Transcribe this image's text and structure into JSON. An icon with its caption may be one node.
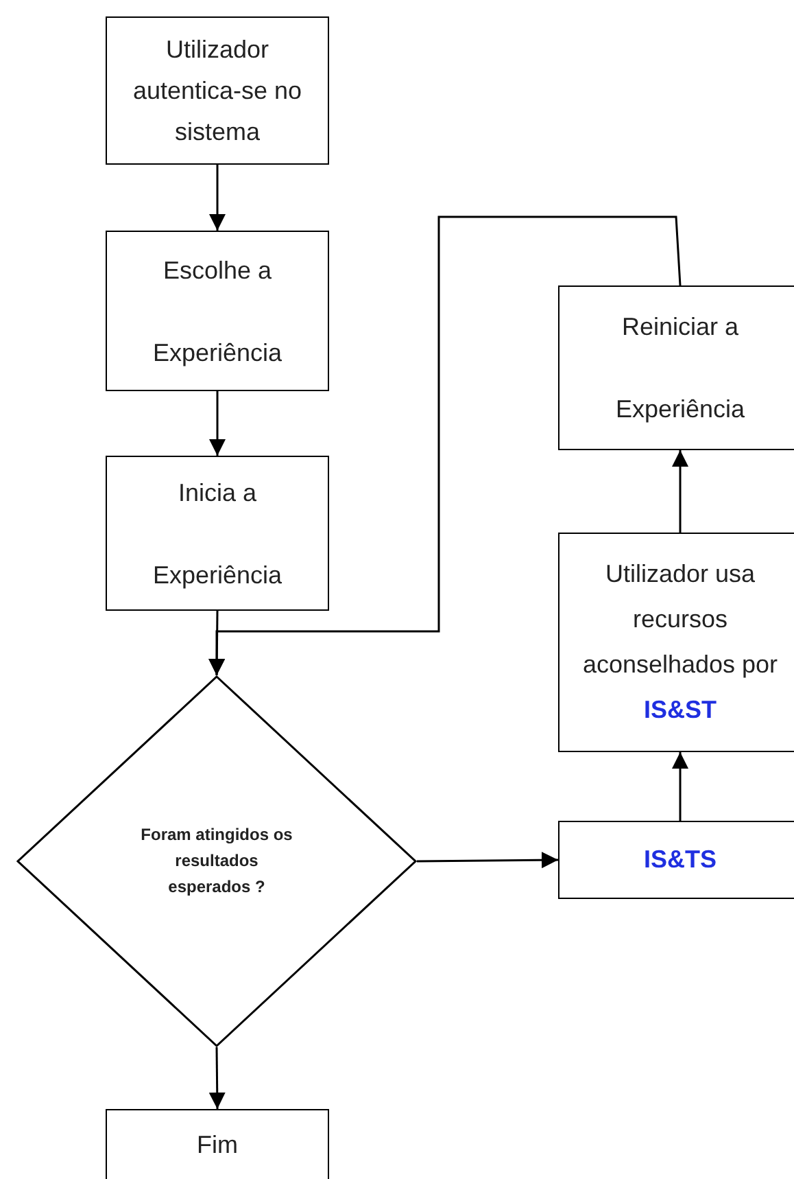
{
  "diagram": {
    "nodes": [
      {
        "text": [
          "Utilizador autentica-se no sistema"
        ]
      },
      {
        "text": [
          "Escolhe a Experiência"
        ]
      },
      {
        "text": [
          "Inicia a Experiência"
        ]
      },
      {
        "text": [
          "Foram atingidos os resultados esperados ?"
        ]
      },
      {
        "text": [
          "Fim"
        ]
      },
      {
        "text": [
          "IS&TS"
        ]
      },
      {
        "text": [
          "Utilizador usa recursos aconselhados por **IS&ST**"
        ]
      },
      {
        "text": [
          "Reiniciar a Experiência"
        ]
      }
    ],
    "edges": [
      {
        "from": 0,
        "to": 1,
        "arrow": "to"
      },
      {
        "from": 1,
        "to": 2,
        "arrow": "to"
      },
      {
        "from": 2,
        "to": 3,
        "arrow": "to"
      },
      {
        "from": 3,
        "to": 4,
        "arrow": "to"
      },
      {
        "from": 3,
        "to": 5,
        "arrow": "to"
      },
      {
        "from": 5,
        "to": 6,
        "arrow": "to"
      },
      {
        "from": 6,
        "to": 7,
        "arrow": "to"
      },
      {
        "from": 7,
        "to": 3,
        "arrow": "to"
      }
    ]
  }
}
